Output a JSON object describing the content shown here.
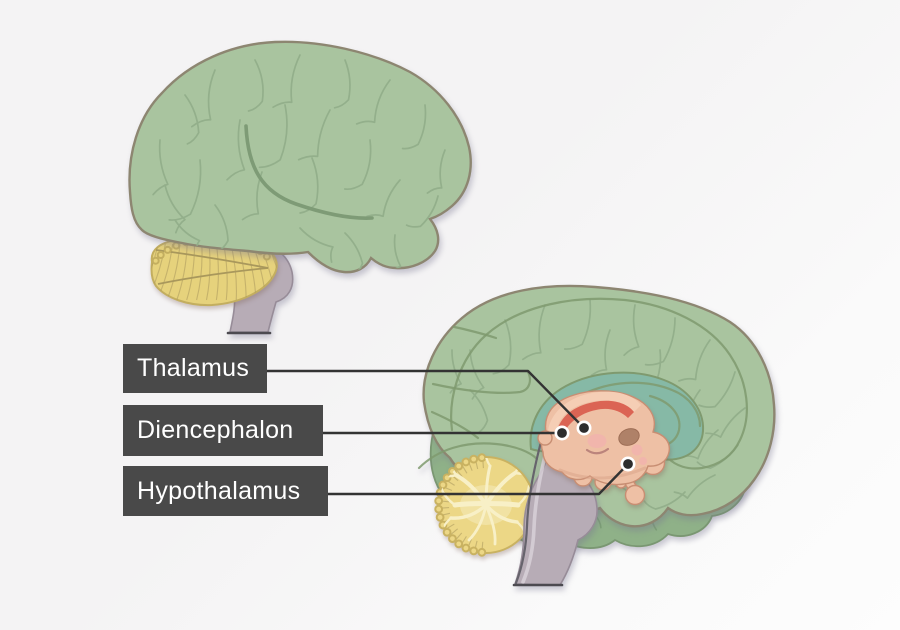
{
  "figure": {
    "title": "Midsagittal brain view showing the diencephalon",
    "views": [
      {
        "name": "lateral-brain-view",
        "parts": [
          "cerebrum",
          "cerebellum",
          "brainstem"
        ]
      },
      {
        "name": "sagittal-brain-view",
        "parts": [
          "cerebrum",
          "corpus-callosum-region",
          "thalamus",
          "diencephalon",
          "hypothalamus",
          "pituitary-gland",
          "cerebellum",
          "brainstem"
        ]
      }
    ]
  },
  "annotations": {
    "labels": [
      {
        "text": "Thalamus",
        "target": "thalamus"
      },
      {
        "text": "Diencephalon",
        "target": "diencephalon"
      },
      {
        "text": "Hypothalamus",
        "target": "hypothalamus"
      }
    ]
  },
  "palette": {
    "bg1": "#f4f3f4",
    "bg2": "#fafafa",
    "label-bg": "#494949",
    "label-text": "#ffffff",
    "line": "#333333",
    "dot": "#2d2d2d",
    "dot-ring": "#ffffff",
    "cortex": "#a9c49f",
    "cortex-outline": "#8d8671",
    "sulcus": "#93af8b",
    "fissure": "#7e9b76",
    "teal": "#86b9a6",
    "teal-outline": "#7f9a6f",
    "back-lobe": "#8fb188",
    "back-lobe-outline": "#7a9772",
    "back-sulcus": "#7b9e74",
    "cereb-lat": "#e6d27c",
    "cereb-lat-outline": "#c3ae5f",
    "cereb-lat-line": "#a9985c",
    "cereb-sag": "#ecd786",
    "cereb-sag-outline": "#c9b261",
    "arbor": "#f8f0c7",
    "stem": "#b7acb6",
    "stem-outline": "#978c98",
    "stem-dark": "#66636c",
    "stem-light": "#d8d0d8",
    "stem-cut": "#4c4a50",
    "salmon": "#eec0a5",
    "salmon-outline": "#c88e73",
    "salmon-light": "#f5ceb5",
    "red": "#db6454",
    "pink": "#f1b5ac",
    "brown": "#aa7c63"
  }
}
